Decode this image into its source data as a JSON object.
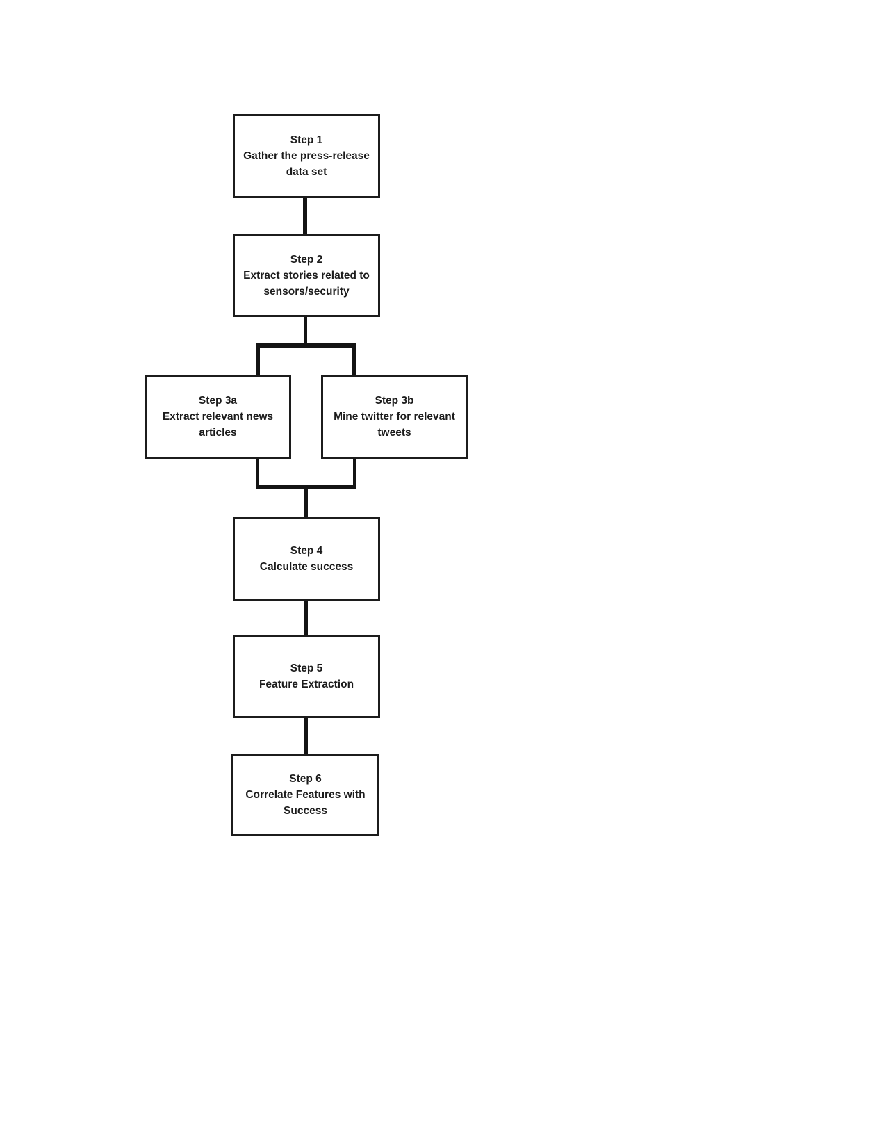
{
  "page": {
    "background_color": "#ffffff",
    "line_color": "#1c1c1c",
    "text_color": "#1c1c1c"
  },
  "flowchart": {
    "nodes": [
      {
        "id": "step1",
        "title": "Step 1",
        "description": "Gather the press-release\ndata set"
      },
      {
        "id": "step2",
        "title": "Step 2",
        "description": "Extract stories related to\nsensors/security"
      },
      {
        "id": "step3a",
        "title": "Step 3a",
        "description": "Extract relevant news\narticles"
      },
      {
        "id": "step3b",
        "title": "Step 3b",
        "description": "Mine twitter for relevant\ntweets"
      },
      {
        "id": "step4",
        "title": "Step 4",
        "description": "Calculate success"
      },
      {
        "id": "step5",
        "title": "Step 5",
        "description": "Feature Extraction"
      },
      {
        "id": "step6",
        "title": "Step 6",
        "description": "Correlate Features with\nSuccess"
      }
    ],
    "edges": [
      {
        "from": "step1",
        "to": "step2"
      },
      {
        "from": "step2",
        "to": "step3a"
      },
      {
        "from": "step2",
        "to": "step3b"
      },
      {
        "from": "step3a",
        "to": "step4"
      },
      {
        "from": "step3b",
        "to": "step4"
      },
      {
        "from": "step4",
        "to": "step5"
      },
      {
        "from": "step5",
        "to": "step6"
      }
    ]
  }
}
